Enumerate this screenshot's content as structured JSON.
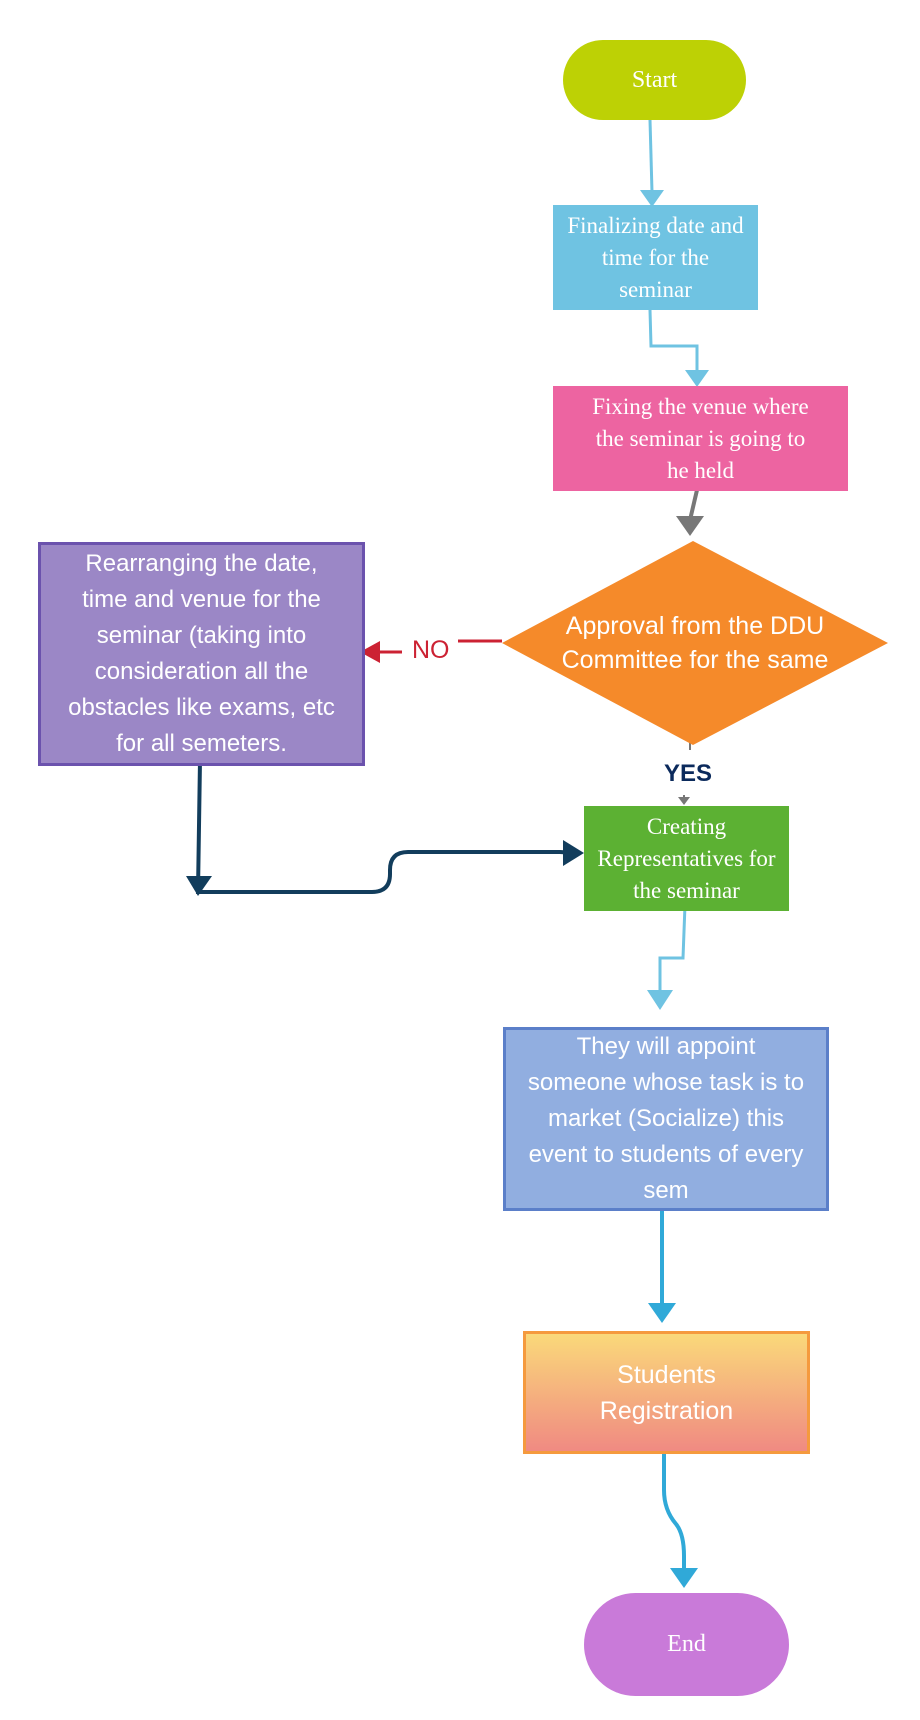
{
  "diagram": {
    "nodes": {
      "start": {
        "label": "Start",
        "color": "#bdd105"
      },
      "finalize": {
        "label": "Finalizing date and time for the seminar",
        "color": "#6fc3e2"
      },
      "venue": {
        "label": "Fixing the venue where the seminar is going to he held",
        "color": "#ed64a1"
      },
      "approval": {
        "label": "Approval from the DDU Committee for the same",
        "color": "#f58a2a"
      },
      "rearrange": {
        "label": "Rearranging the date, time and venue for the seminar (taking into consideration all the obstacles like exams, etc for all semeters.",
        "color": "#9b87c6",
        "border": "#6b52ad"
      },
      "representatives": {
        "label": "Creating Representatives for the seminar",
        "color": "#5cb133"
      },
      "appoint": {
        "label": "They will appoint someone whose task is to market (Socialize) this event to students of every sem",
        "color": "#91aee0",
        "border": "#5b7fc9"
      },
      "registration": {
        "label": "Students Registration",
        "gradient_top": "#fad97a",
        "gradient_bottom": "#f08a82",
        "border": "#f59a3e"
      },
      "end": {
        "label": "End",
        "color": "#c97ad9"
      }
    },
    "edges": {
      "no_label": "NO",
      "yes_label": "YES",
      "no_color": "#cc2233",
      "yes_color": "#0b2a5c",
      "loop_color": "#123d5c",
      "light_blue": "#6fc3e2",
      "gray": "#777777",
      "blue": "#30a9d8"
    }
  }
}
